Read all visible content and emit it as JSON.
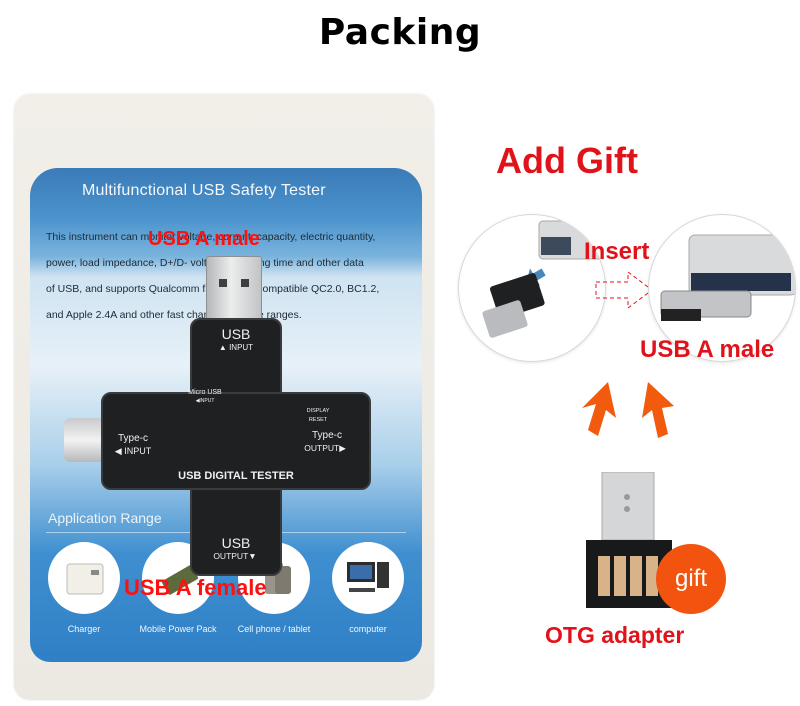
{
  "header": {
    "title": "Packing"
  },
  "package": {
    "card_title": "Multifunctional USB Safety Tester",
    "description_lines": [
      "This instrument can monitor voltage, current, capacity, electric quantity,",
      "power, load impedance, D+/D- voltage, charging time and other data",
      "of USB, and supports Qualcomm fast charge compatible QC2.0, BC1.2,",
      "and Apple 2.4A and other fast charging voltage ranges."
    ],
    "application_range_label": "Application Range",
    "applications": [
      {
        "label": "Charger",
        "icon": "charger-icon"
      },
      {
        "label": "Mobile Power Pack",
        "icon": "power-bank-icon"
      },
      {
        "label": "Cell phone / tablet",
        "icon": "phone-icon"
      },
      {
        "label": "computer",
        "icon": "computer-icon"
      }
    ],
    "device": {
      "name": "USB DIGITAL TESTER",
      "usb_input": {
        "title": "USB",
        "sub": "▲ INPUT"
      },
      "micro_usb_input": {
        "title": "Micro USB",
        "sub": "◀INPUT"
      },
      "typec_input": {
        "title": "Type-c",
        "sub": "◀ INPUT"
      },
      "typec_output": {
        "title": "Type-c",
        "sub": "OUTPUT▶"
      },
      "usb_output": {
        "title": "USB",
        "sub": "OUTPUT▼"
      },
      "display_label": "DISPLAY",
      "reset_label": "RESET"
    },
    "overlay_labels": {
      "top": "USB A male",
      "bottom": "USB A female"
    }
  },
  "gift": {
    "title": "Add Gift",
    "insert_label": "Insert",
    "connector_label": "USB A male",
    "badge": "gift",
    "product_label": "OTG adapter",
    "colors": {
      "red": "#e0131a",
      "badge_orange": "#f2540f",
      "arrow_orange": "#f25a0e"
    }
  }
}
